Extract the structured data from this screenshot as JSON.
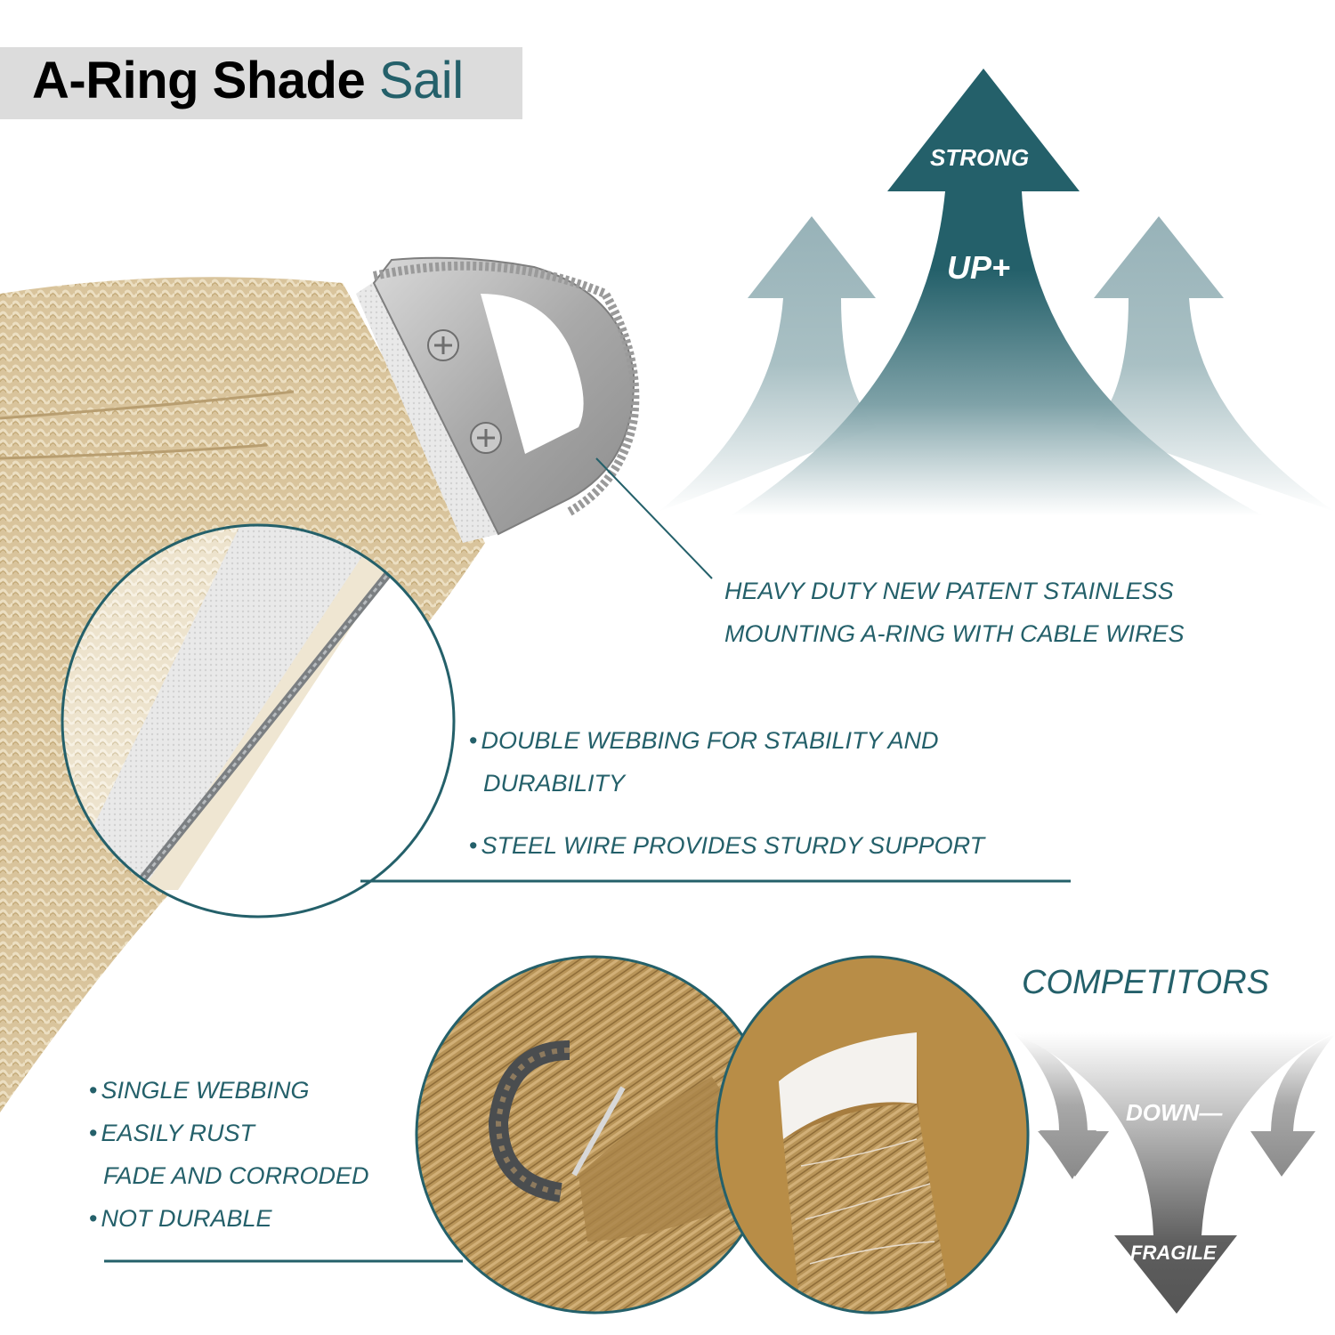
{
  "title": {
    "bold": "A-Ring Shade",
    "accent": "Sail"
  },
  "strong_graphic": {
    "top_label": "STRONG",
    "mid_label": "UP+"
  },
  "callout_aring": {
    "lines": [
      "HEAVY DUTY NEW PATENT STAINLESS",
      "MOUNTING A-RING WITH CABLE WIRES"
    ]
  },
  "features": {
    "items": [
      {
        "bullet": "•",
        "lines": [
          "DOUBLE WEBBING FOR STABILITY AND",
          "DURABILITY"
        ]
      },
      {
        "bullet": "•",
        "lines": [
          "STEEL WIRE PROVIDES STURDY SUPPORT"
        ]
      }
    ]
  },
  "competitors": {
    "heading": "COMPETITORS",
    "items": [
      {
        "bullet": "•",
        "lines": [
          "SINGLE WEBBING"
        ]
      },
      {
        "bullet": "•",
        "lines": [
          "EASILY RUST",
          "FADE AND CORRODED"
        ]
      },
      {
        "bullet": "•",
        "lines": [
          "NOT DURABLE"
        ]
      }
    ],
    "down_graphic": {
      "mid_label": "DOWN—",
      "bottom_label": "FRAGILE"
    }
  },
  "colors": {
    "teal": "#24606a",
    "teal_light": "#97b2b8",
    "title_bg": "#dcdcdc",
    "fabric_beige": "#dcc8a0",
    "competitor_tan": "#b48c50",
    "gray_arrow": "#5e5e5e"
  }
}
